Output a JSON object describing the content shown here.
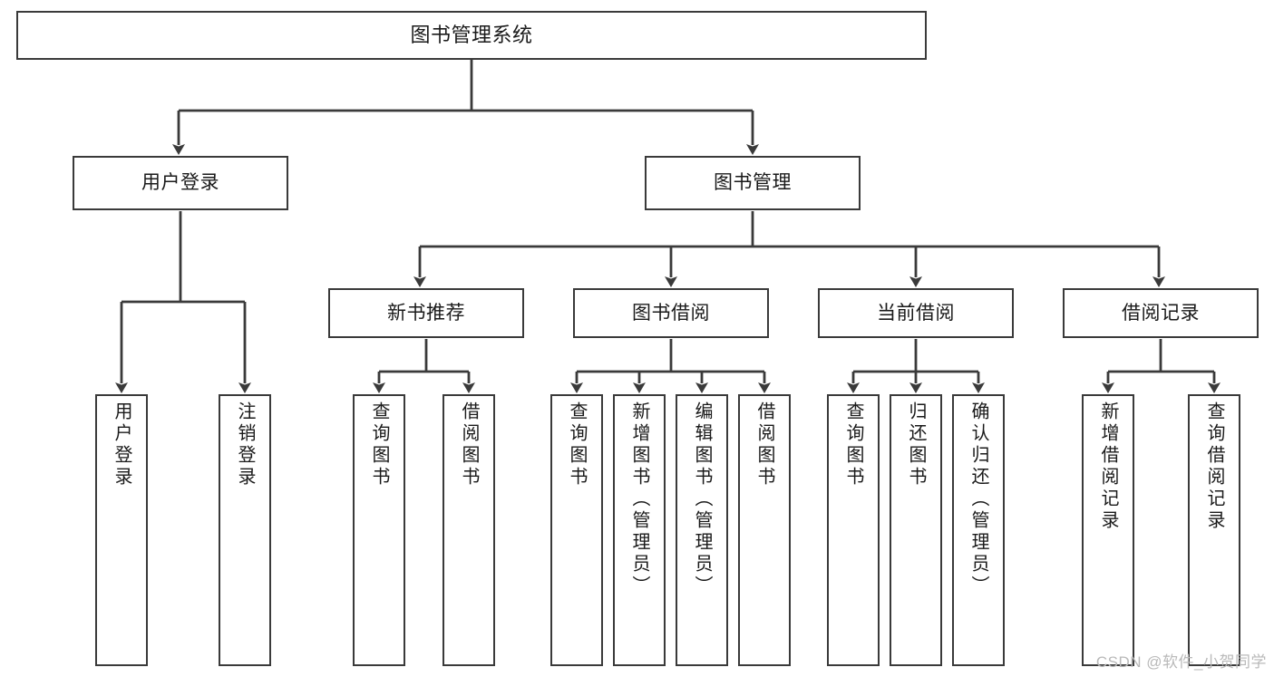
{
  "diagram": {
    "type": "tree",
    "title": "图书管理系统",
    "orientation": "top-down",
    "colors": {
      "box_border": "#3a3a3a",
      "box_fill": "#ffffff",
      "connector": "#3a3a3a",
      "text": "#1a1a1a",
      "watermark": "#b9b9b9",
      "background": "#ffffff"
    },
    "root": {
      "label": "图书管理系统"
    },
    "level2": [
      {
        "label": "用户登录"
      },
      {
        "label": "图书管理"
      }
    ],
    "level3": [
      {
        "label": "新书推荐"
      },
      {
        "label": "图书借阅"
      },
      {
        "label": "当前借阅"
      },
      {
        "label": "借阅记录"
      }
    ],
    "leaves": {
      "user_login": [
        {
          "label": "用户登录"
        },
        {
          "label": "注销登录"
        }
      ],
      "new_book": [
        {
          "label": "查询图书"
        },
        {
          "label": "借阅图书"
        }
      ],
      "book_borrow": [
        {
          "label": "查询图书"
        },
        {
          "label": "新增图书（管理员）"
        },
        {
          "label": "编辑图书（管理员）"
        },
        {
          "label": "借阅图书"
        }
      ],
      "current_borrow": [
        {
          "label": "查询图书"
        },
        {
          "label": "归还图书"
        },
        {
          "label": "确认归还（管理员）"
        }
      ],
      "borrow_record": [
        {
          "label": "新增借阅记录"
        },
        {
          "label": "查询借阅记录"
        }
      ]
    }
  },
  "watermark": {
    "text": "CSDN @软件_小贺同学"
  }
}
